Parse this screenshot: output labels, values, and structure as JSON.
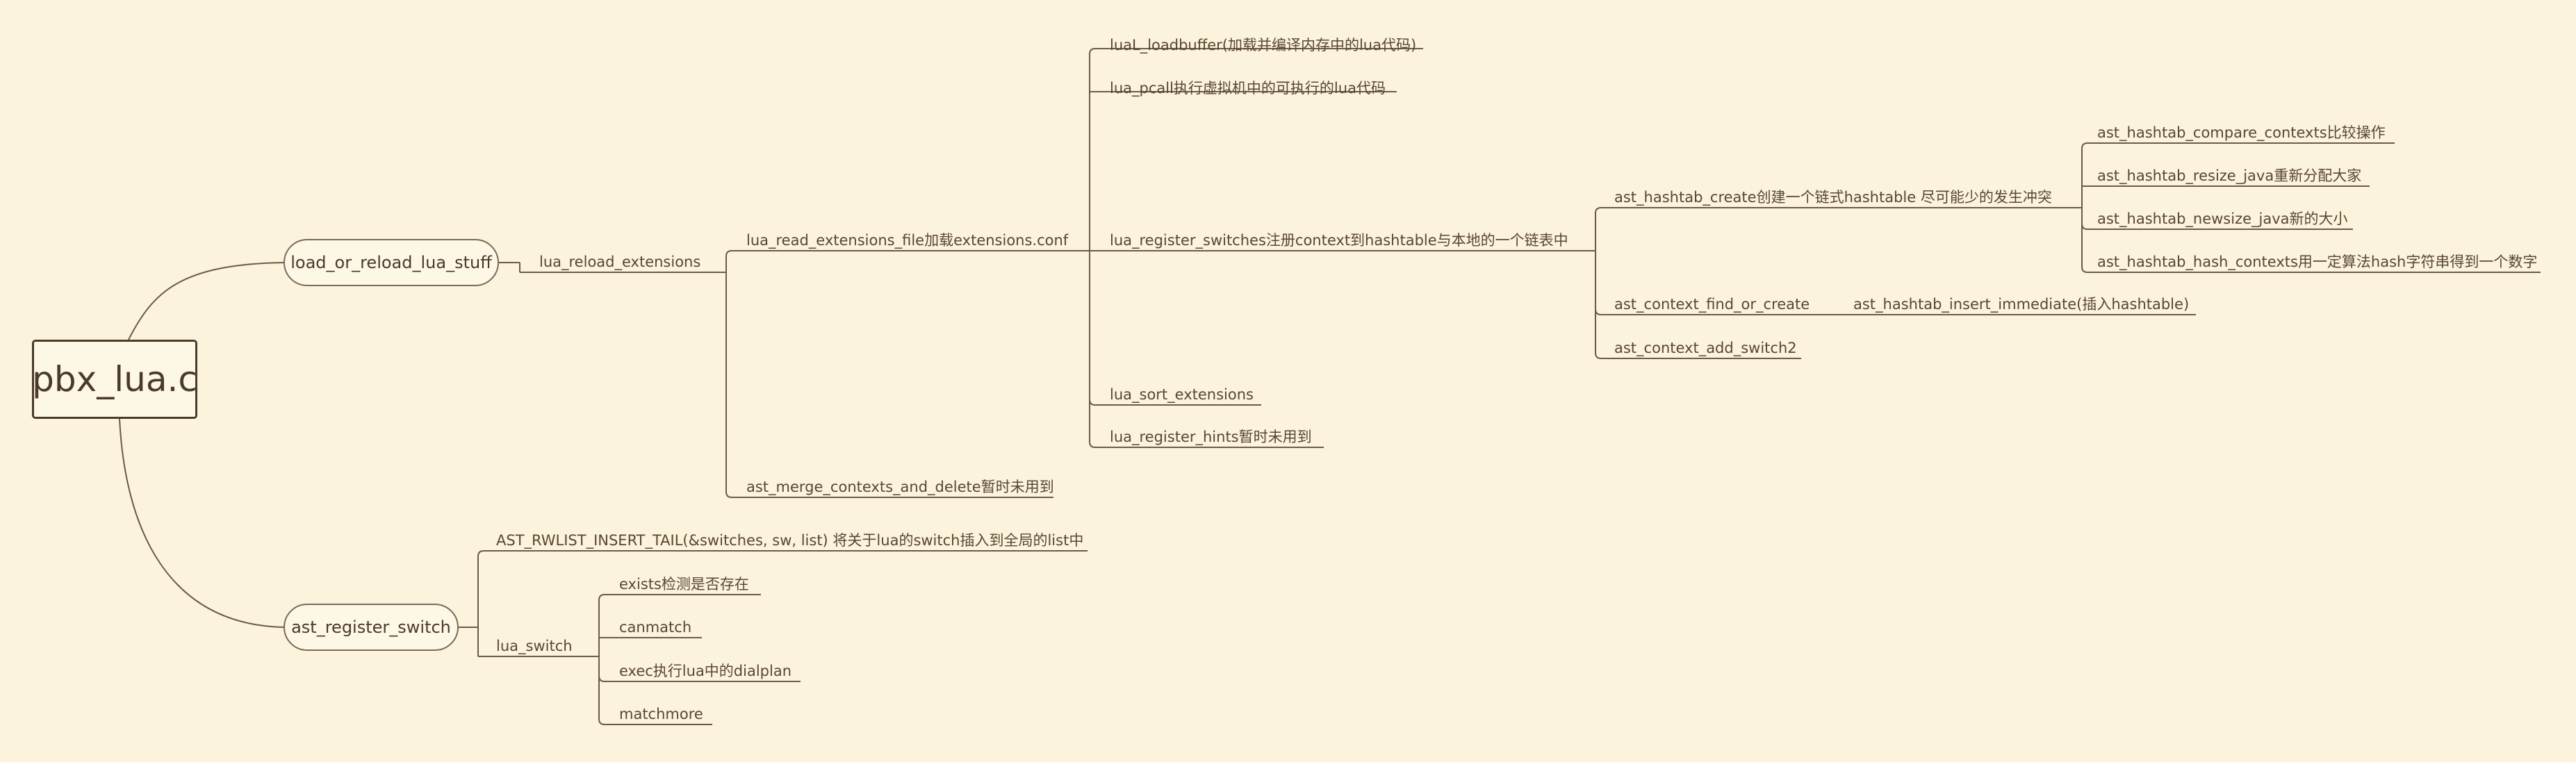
{
  "root": {
    "label": "pbx_lua.c"
  },
  "branches": {
    "load_or_reload": {
      "label": "load_or_reload_lua_stuff",
      "reload_extensions": "lua_reload_extensions",
      "read_extensions_file": "lua_read_extensions_file加载extensions.conf",
      "merge_contexts": "ast_merge_contexts_and_delete暂时未用到",
      "loadbuffer": "luaL_loadbuffer(加载并编译内存中的lua代码)",
      "pcall": "lua_pcall执行虚拟机中的可执行的lua代码",
      "register_switches": "lua_register_switches注册context到hashtable与本地的一个链表中",
      "sort_extensions": "lua_sort_extensions",
      "register_hints": "lua_register_hints暂时未用到",
      "hashtab_create": "ast_hashtab_create创建一个链式hashtable 尽可能少的发生冲突",
      "context_find_or_create": "ast_context_find_or_create",
      "hashtab_insert_immediate": "ast_hashtab_insert_immediate(插入hashtable)",
      "context_add_switch2": "ast_context_add_switch2",
      "compare_contexts": "ast_hashtab_compare_contexts比较操作",
      "resize_java": "ast_hashtab_resize_java重新分配大家",
      "newsize_java": "ast_hashtab_newsize_java新的大小",
      "hash_contexts": "ast_hashtab_hash_contexts用一定算法hash字符串得到一个数字"
    },
    "register_switch": {
      "label": "ast_register_switch",
      "rwlist_insert_tail": "AST_RWLIST_INSERT_TAIL(&switches, sw, list) 将关于lua的switch插入到全局的list中",
      "lua_switch": "lua_switch",
      "exists": "exists检测是否存在",
      "canmatch": "canmatch",
      "exec": "exec执行lua中的dialplan",
      "matchmore": "matchmore"
    }
  }
}
